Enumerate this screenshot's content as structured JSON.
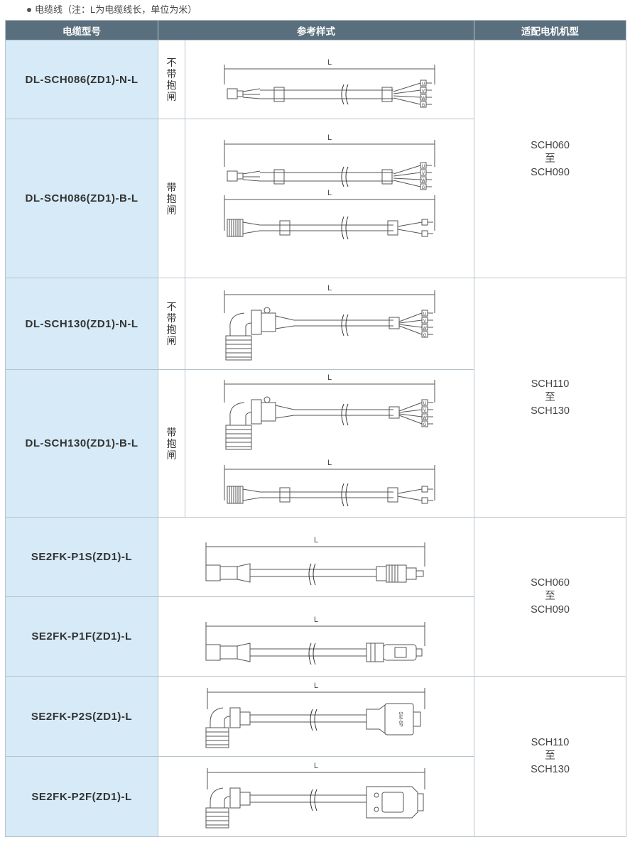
{
  "note": "电缆线（注：L为电缆线长，单位为米）",
  "headers": {
    "model": "电缆型号",
    "style": "参考样式",
    "motor": "适配电机机型"
  },
  "dim_label": "L",
  "rows": [
    {
      "model": "DL-SCH086(ZD1)-N-L",
      "brake": "不带抱闸"
    },
    {
      "model": "DL-SCH086(ZD1)-B-L",
      "brake": "带抱闸"
    },
    {
      "model": "DL-SCH130(ZD1)-N-L",
      "brake": "不带抱闸"
    },
    {
      "model": "DL-SCH130(ZD1)-B-L",
      "brake": "带抱闸"
    },
    {
      "model": "SE2FK-P1S(ZD1)-L"
    },
    {
      "model": "SE2FK-P1F(ZD1)-L"
    },
    {
      "model": "SE2FK-P2S(ZD1)-L"
    },
    {
      "model": "SE2FK-P2F(ZD1)-L"
    }
  ],
  "motors": [
    {
      "from": "SCH060",
      "sep": "至",
      "to": "SCH090"
    },
    {
      "from": "SCH110",
      "sep": "至",
      "to": "SCH130"
    },
    {
      "from": "SCH060",
      "sep": "至",
      "to": "SCH090"
    },
    {
      "from": "SCH110",
      "sep": "至",
      "to": "SCH130"
    }
  ],
  "pin_labels": [
    "U",
    "V",
    "W",
    "G"
  ],
  "connector_text": "SM-6P"
}
